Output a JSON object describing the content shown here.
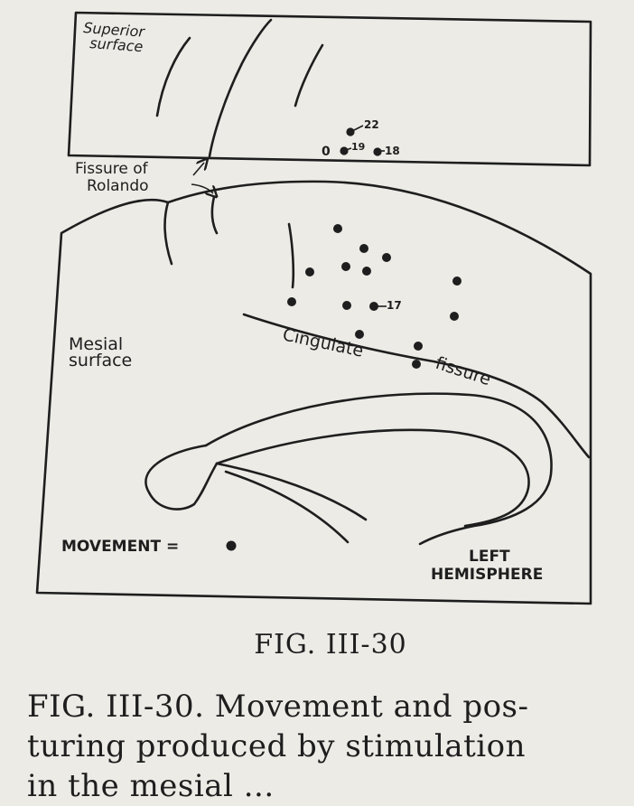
{
  "labels": {
    "superior": [
      "Superior",
      "surface"
    ],
    "fissure_rolando": [
      "Fissure of",
      "Rolando"
    ],
    "mesial": [
      "Mesial",
      "surface"
    ],
    "cingulate": "Cingulate",
    "fissure": "fissure",
    "legend": "MOVEMENT =",
    "hemisphere": [
      "LEFT",
      "HEMISPHERE"
    ]
  },
  "points": {
    "superior": [
      {
        "label": "22"
      },
      {
        "label": "0"
      },
      {
        "label": "19"
      },
      {
        "label": "18"
      }
    ],
    "point_17_label": "17"
  },
  "caption": {
    "fig_label": "FIG. III-30",
    "text_line1": "FIG. III-30. Movement and pos-",
    "text_line2": "turing produced by stimulation",
    "text_line3": "in the mesial ..."
  }
}
